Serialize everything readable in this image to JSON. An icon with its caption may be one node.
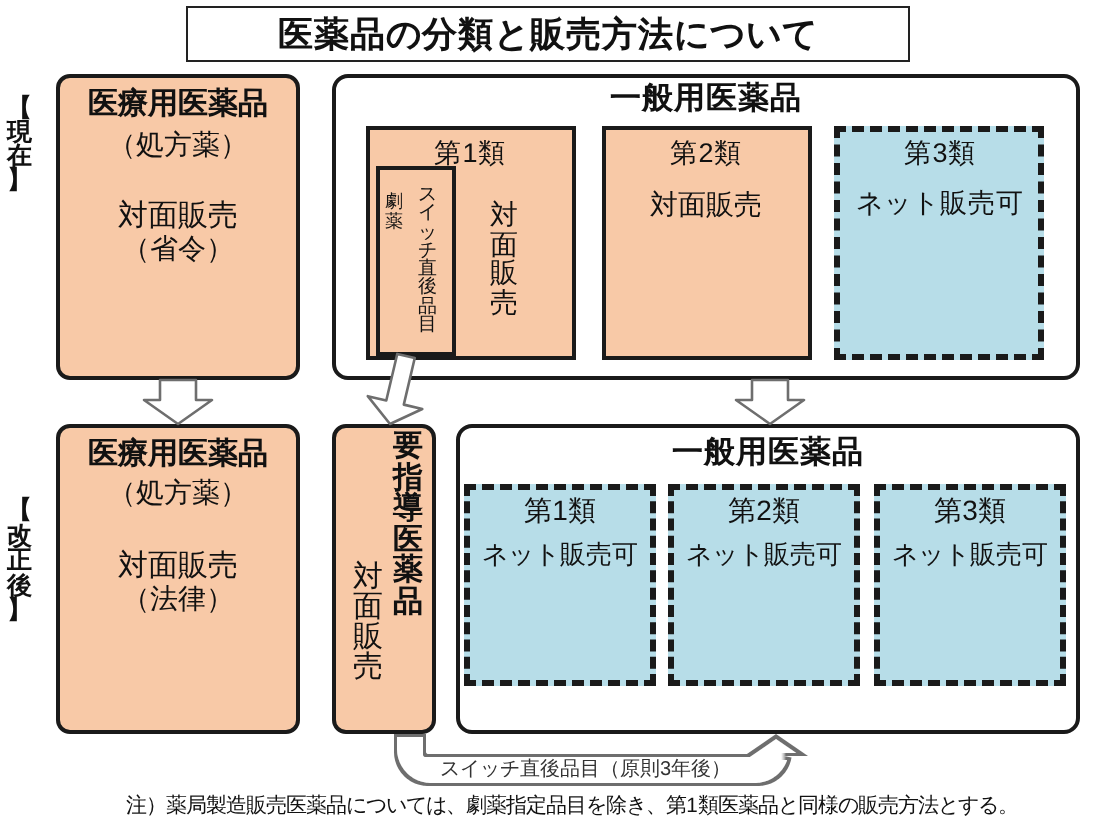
{
  "diagram": {
    "title": "医薬品の分類と販売方法について",
    "nodes": [
      {
        "text": [
          "医療用医薬品",
          "（処方薬）",
          "対面販売",
          "（省令）"
        ]
      },
      {
        "text": [
          "一般用医薬品"
        ]
      },
      {
        "text": [
          "第1類",
          "対面販売"
        ],
        "in": 1
      },
      {
        "text": [
          "劇薬",
          "スイッチ直後品目"
        ],
        "in": 2
      },
      {
        "text": [
          "第2類",
          "対面販売"
        ],
        "in": 1
      },
      {
        "text": [
          "第3類",
          "ネット販売可"
        ],
        "in": 1
      },
      {
        "text": [
          "医療用医薬品",
          "（処方薬）",
          "対面販売",
          "（法律）"
        ]
      },
      {
        "text": [
          "要指導医薬品",
          "対面販売"
        ]
      },
      {
        "text": [
          "一般用医薬品"
        ]
      },
      {
        "text": [
          "第1類",
          "ネット販売可"
        ],
        "in": 8
      },
      {
        "text": [
          "第2類",
          "ネット販売可"
        ],
        "in": 8
      },
      {
        "text": [
          "第3類",
          "ネット販売可"
        ],
        "in": 8
      }
    ],
    "edges": [
      {
        "from": 0,
        "to": 6,
        "arrow": "to"
      },
      {
        "from": 3,
        "to": 7,
        "arrow": "to"
      },
      {
        "from": 1,
        "to": 8,
        "arrow": "to"
      },
      {
        "from": 7,
        "to": 8,
        "arrow": "to",
        "label": "スイッチ直後品目（原則3年後）"
      }
    ],
    "labels": [
      "【現在】",
      "【改正後】",
      "注）薬局製造販売医薬品については、劇薬指定品目を除き、第1類医薬品と同様の販売方法とする。"
    ]
  }
}
